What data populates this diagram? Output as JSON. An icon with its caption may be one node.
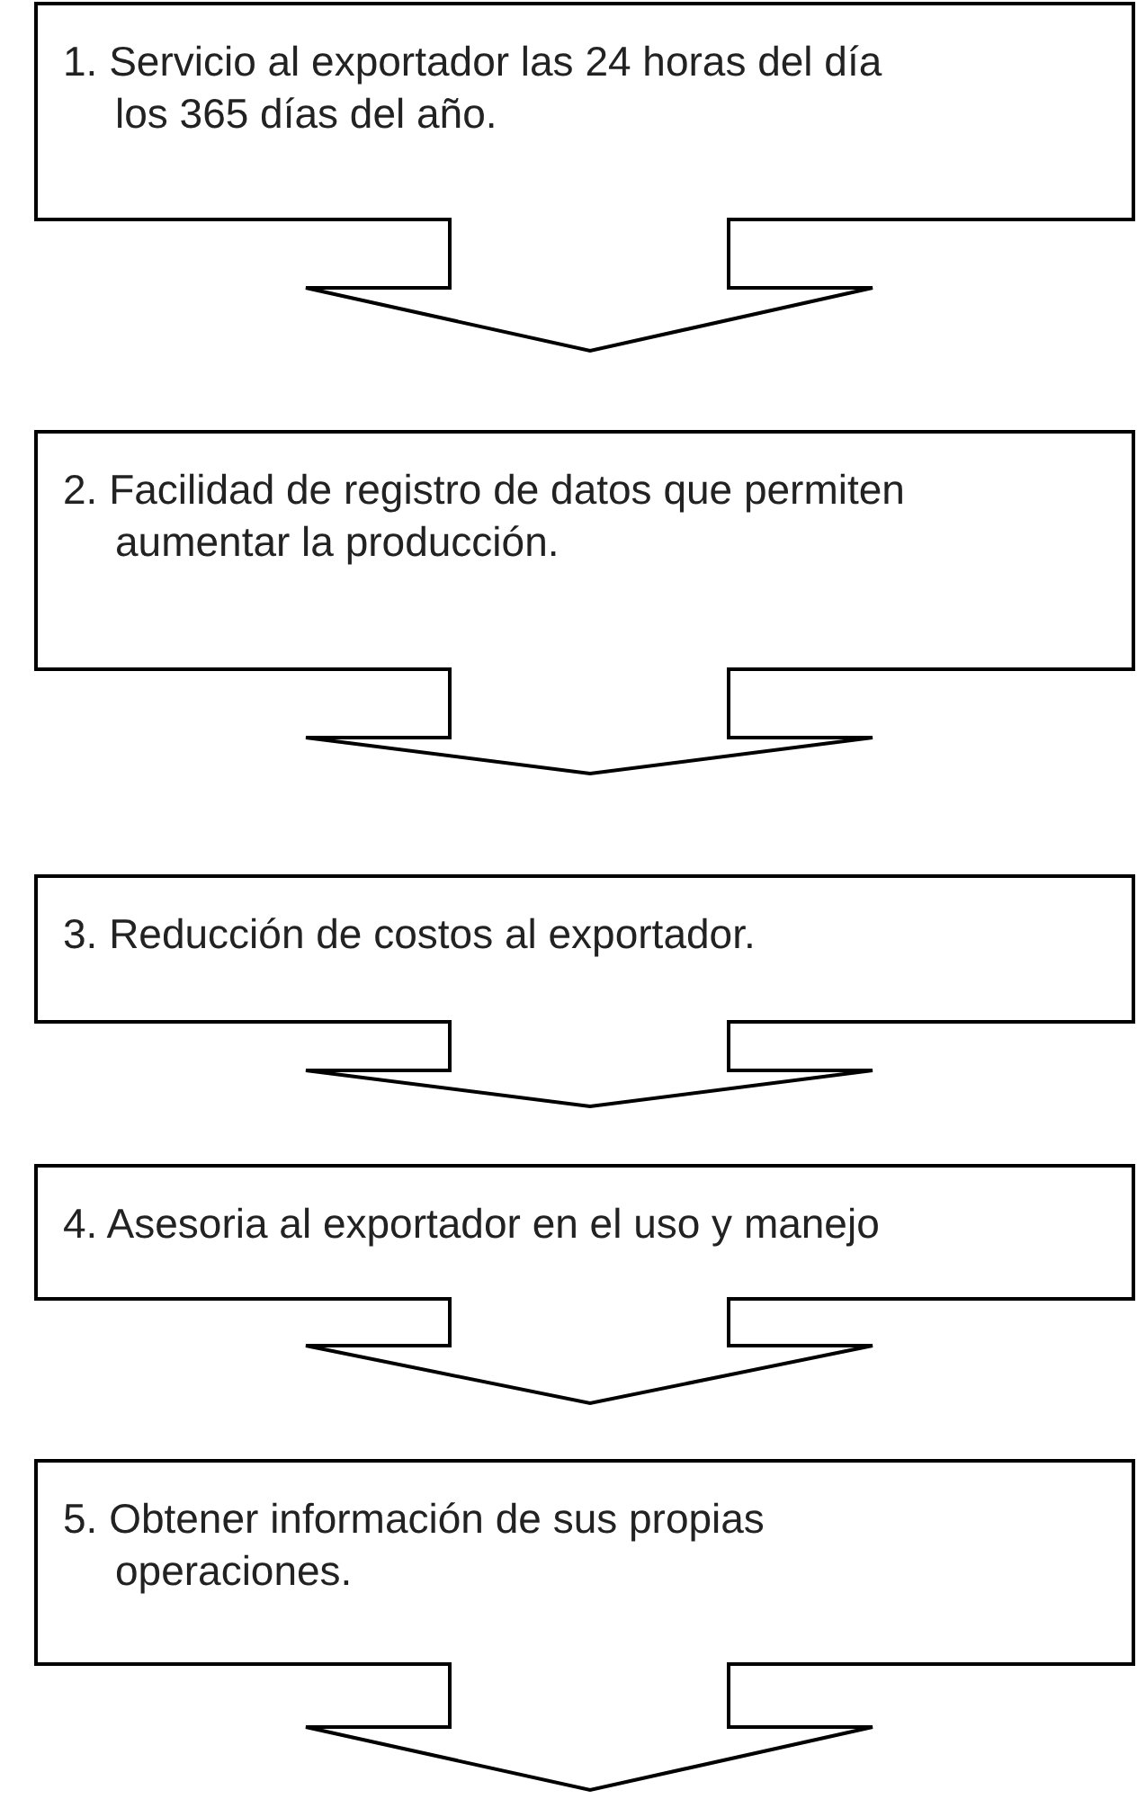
{
  "diagram": {
    "nodes": [
      {
        "text": [
          "1. Servicio al exportador las 24 horas del día los 365 días del año."
        ]
      },
      {
        "text": [
          "2. Facilidad de registro de datos que permiten aumentar la producción."
        ]
      },
      {
        "text": [
          "3. Reducción de costos al exportador."
        ]
      },
      {
        "text": [
          "4. Asesoria al exportador en el uso y manejo"
        ]
      },
      {
        "text": [
          "5. Obtener información de sus propias operaciones."
        ]
      }
    ]
  }
}
